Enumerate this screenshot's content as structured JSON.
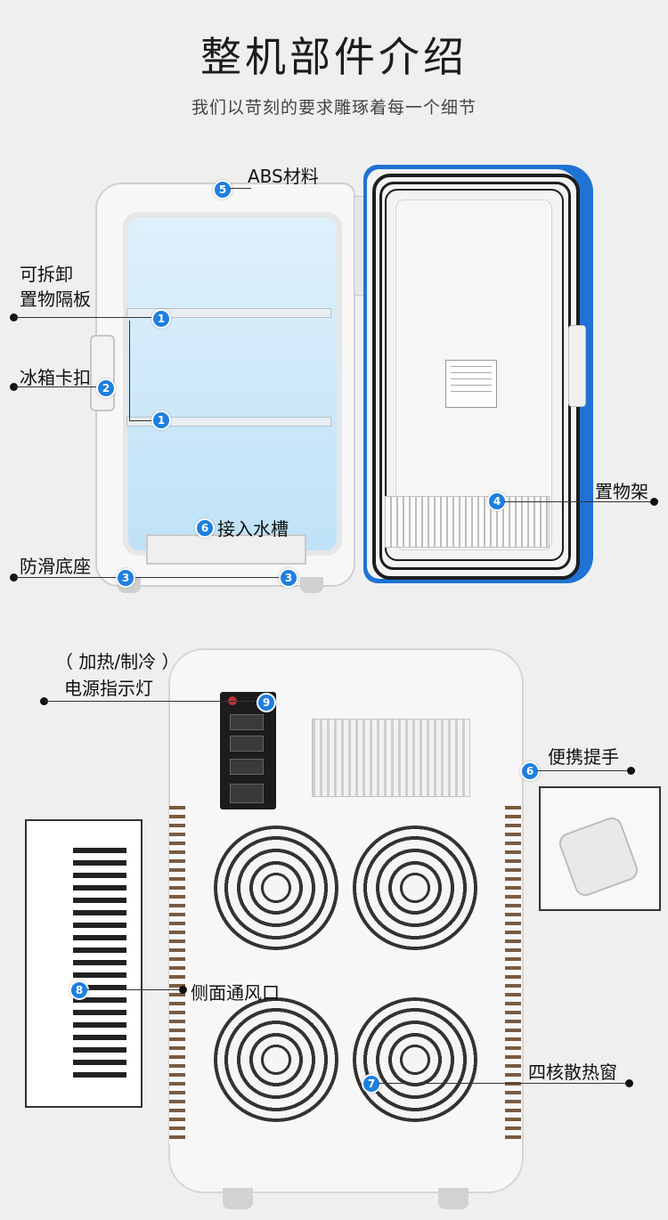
{
  "header": {
    "title": "整机部件介绍",
    "subtitle": "我们以苛刻的要求雕琢着每一个细节"
  },
  "front_labels": {
    "abs": "ABS材料",
    "shelf_line1": "可拆卸",
    "shelf_line2": "置物隔板",
    "latch": "冰箱卡扣",
    "rack": "置物架",
    "drain": "接入水槽",
    "base": "防滑底座"
  },
  "rear_labels": {
    "power_line1": "（ 加热/制冷 ）",
    "power_line2": "电源指示灯",
    "handle": "便携提手",
    "side_vent": "侧面通风口",
    "fans": "四核散热窗"
  },
  "badges": {
    "b1": "1",
    "b2": "2",
    "b3": "3",
    "b4": "4",
    "b5": "5",
    "b6": "6",
    "b7": "7",
    "b8": "8",
    "b9": "9"
  },
  "colors": {
    "badge": "#1e7fe0",
    "door_trim": "#1f73d4",
    "cavity": "#bfe2f8"
  }
}
